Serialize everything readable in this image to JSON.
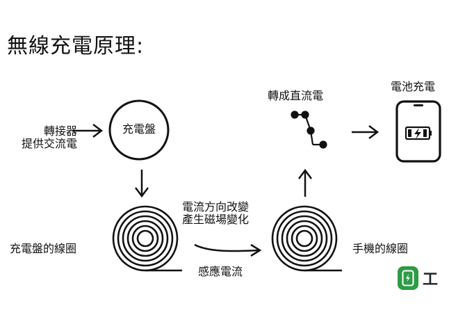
{
  "title": "無線充電原理:",
  "labels": {
    "adapter": [
      "轉接器",
      "提供交流電"
    ],
    "charging_pad": "充電盤",
    "rectify": "轉成直流電",
    "battery_charge": "電池充電",
    "field_change": [
      "電流方向改變",
      "產生磁場變化"
    ],
    "pad_coil": "充電盤的線圈",
    "phone_coil": "手機的線圈",
    "induced": "感應電流"
  },
  "brand": {
    "text": "工",
    "color": "#2e9b45"
  }
}
